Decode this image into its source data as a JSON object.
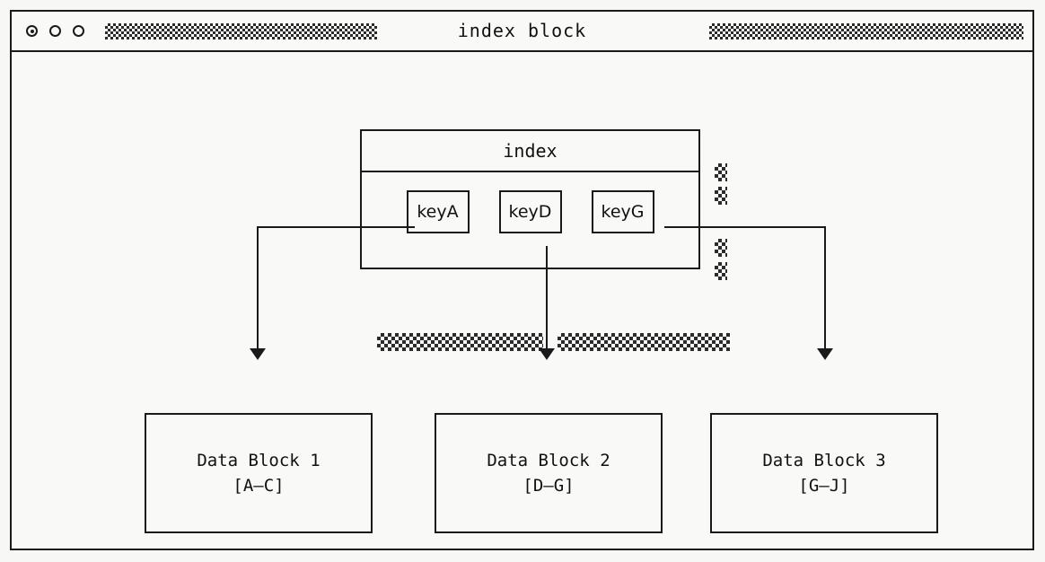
{
  "window": {
    "title": "index block",
    "traffic_lights": [
      {
        "name": "traffic-light-active",
        "state": "active"
      },
      {
        "name": "traffic-light-second",
        "state": "idle"
      },
      {
        "name": "traffic-light-third",
        "state": "idle"
      }
    ],
    "decorations": {
      "titlebar_hatch_left": "dotted-hatch",
      "titlebar_hatch_right": "dotted-hatch"
    }
  },
  "diagram": {
    "index_block": {
      "header": "index",
      "keys": [
        {
          "label": "keyA",
          "target": "Data Block 1"
        },
        {
          "label": "keyD",
          "target": "Data Block 2"
        },
        {
          "label": "keyG",
          "target": "Data Block 3"
        }
      ],
      "side_hatches": 4,
      "bar_hatches": 2
    },
    "data_blocks": [
      {
        "title": "Data Block 1",
        "range": "[A–C]"
      },
      {
        "title": "Data Block 2",
        "range": "[D–G]"
      },
      {
        "title": "Data Block 3",
        "range": "[G–J]"
      }
    ],
    "connectors": [
      {
        "from": "keyA",
        "to": "Data Block 1",
        "style": "elbow-left-down-arrow"
      },
      {
        "from": "keyD",
        "to": "Data Block 2",
        "style": "straight-down-arrow"
      },
      {
        "from": "keyG",
        "to": "Data Block 3",
        "style": "elbow-right-down-arrow"
      }
    ]
  },
  "colors": {
    "ink": "#1a1a1a",
    "paper": "#f9f9f7",
    "backdrop": "#f7f7f5",
    "hatch": "#2b2b2b"
  }
}
